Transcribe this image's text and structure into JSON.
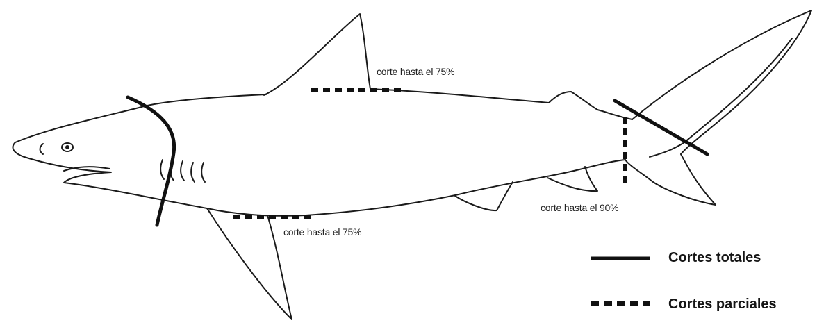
{
  "annotations": {
    "dorsal": "corte hasta el 75%",
    "pectoral": "corte hasta el 75%",
    "caudal": "corte hasta el 90%"
  },
  "legend": {
    "total": "Cortes totales",
    "partial": "Cortes parciales"
  },
  "colors": {
    "outline": "#1a1a1a",
    "cut": "#111111",
    "background": "#ffffff"
  }
}
